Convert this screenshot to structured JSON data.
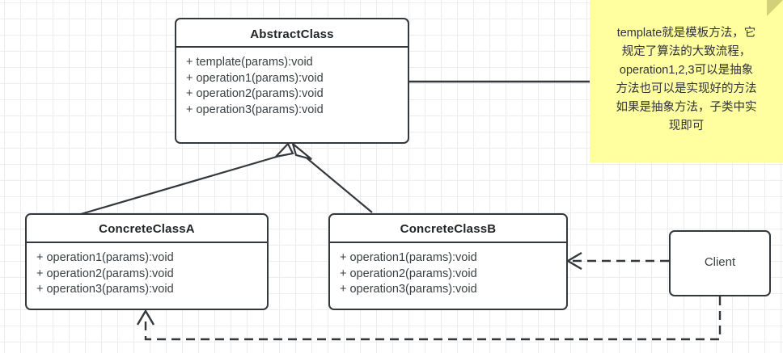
{
  "diagram": {
    "type": "uml-class-diagram",
    "pattern": "Template Method",
    "background": "#ffffff",
    "grid_color": "#ededed",
    "stroke_color": "#33383c",
    "note_color": "#ffffa0"
  },
  "classes": {
    "abstract": {
      "name": "AbstractClass",
      "operations": [
        "+ template(params):void",
        "+ operation1(params):void",
        "+ operation2(params):void",
        "+ operation3(params):void"
      ]
    },
    "concrete_a": {
      "name": "ConcreteClassA",
      "operations": [
        "+ operation1(params):void",
        "+ operation2(params):void",
        "+ operation3(params):void"
      ]
    },
    "concrete_b": {
      "name": "ConcreteClassB",
      "operations": [
        "+ operation1(params):void",
        "+ operation2(params):void",
        "+ operation3(params):void"
      ]
    },
    "client": {
      "name": "Client"
    }
  },
  "note": {
    "lines": [
      "template就是模板方法，它",
      "规定了算法的大致流程，",
      "operation1,2,3可以是抽象",
      "方法也可以是实现好的方法",
      "如果是抽象方法，子类中实",
      "现即可"
    ]
  },
  "relations": [
    {
      "name": "generalization-a",
      "from": "ConcreteClassA",
      "to": "AbstractClass",
      "style": "solid",
      "arrow": "hollow-triangle"
    },
    {
      "name": "generalization-b",
      "from": "ConcreteClassB",
      "to": "AbstractClass",
      "style": "solid",
      "arrow": "hollow-triangle"
    },
    {
      "name": "dependency-client-b",
      "from": "Client",
      "to": "ConcreteClassB",
      "style": "dashed",
      "arrow": "open"
    },
    {
      "name": "dependency-client-a",
      "from": "Client",
      "to": "ConcreteClassA",
      "style": "dashed",
      "arrow": "open"
    },
    {
      "name": "note-anchor",
      "from": "AbstractClass",
      "to": "note",
      "style": "solid",
      "arrow": "none"
    }
  ]
}
